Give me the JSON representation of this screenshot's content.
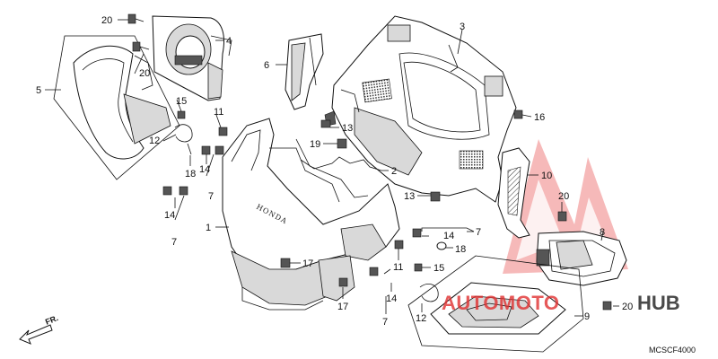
{
  "diagram": {
    "callouts": [
      {
        "id": "c20a",
        "text": "20"
      },
      {
        "id": "c4",
        "text": "4"
      },
      {
        "id": "c20b",
        "text": "20"
      },
      {
        "id": "c5",
        "text": "5"
      },
      {
        "id": "c15a",
        "text": "15"
      },
      {
        "id": "c11a",
        "text": "11"
      },
      {
        "id": "c12a",
        "text": "12"
      },
      {
        "id": "c14a",
        "text": "14"
      },
      {
        "id": "c18a",
        "text": "18"
      },
      {
        "id": "c7a",
        "text": "7"
      },
      {
        "id": "c14b",
        "text": "14"
      },
      {
        "id": "c7b",
        "text": "7"
      },
      {
        "id": "c6",
        "text": "6"
      },
      {
        "id": "c3",
        "text": "3"
      },
      {
        "id": "c16",
        "text": "16"
      },
      {
        "id": "c13a",
        "text": "13"
      },
      {
        "id": "c19",
        "text": "19"
      },
      {
        "id": "c2",
        "text": "2"
      },
      {
        "id": "c10",
        "text": "10"
      },
      {
        "id": "c13b",
        "text": "13"
      },
      {
        "id": "c20c",
        "text": "20"
      },
      {
        "id": "c1",
        "text": "1"
      },
      {
        "id": "c8",
        "text": "8"
      },
      {
        "id": "c7c",
        "text": "7"
      },
      {
        "id": "c14c",
        "text": "14"
      },
      {
        "id": "c18b",
        "text": "18"
      },
      {
        "id": "c17a",
        "text": "17"
      },
      {
        "id": "c11b",
        "text": "11"
      },
      {
        "id": "c15b",
        "text": "15"
      },
      {
        "id": "c14d",
        "text": "14"
      },
      {
        "id": "c17b",
        "text": "17"
      },
      {
        "id": "c12b",
        "text": "12"
      },
      {
        "id": "c7d",
        "text": "7"
      },
      {
        "id": "c9",
        "text": "9"
      },
      {
        "id": "c20d",
        "text": "20"
      }
    ],
    "brand_mark": "HONDA",
    "front_arrow_label": "FR.",
    "diagram_code": "MCSCF4000"
  },
  "watermark": {
    "word_a": "AUTOMOTO",
    "word_b": "HUB",
    "color_red": "#e03030",
    "color_dark": "#2a2a2a"
  }
}
